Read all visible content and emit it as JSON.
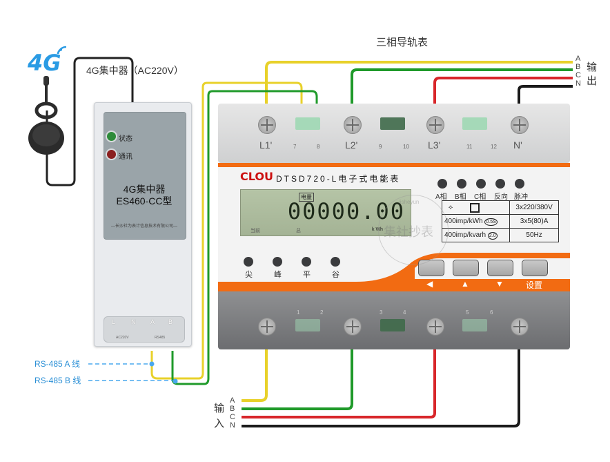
{
  "title": "三相导轨表",
  "antenna": {
    "logo_text": "4G",
    "icon": "antenna-icon"
  },
  "concentrator": {
    "caption": "4G集中器（AC220V）",
    "leds": [
      {
        "label": "状态",
        "color": "#2e8b3a"
      },
      {
        "label": "通讯",
        "color": "#8b2020"
      }
    ],
    "name_line1": "4G集中器",
    "name_line2": "ES460-CC型",
    "company": "—长沙社为表计信息技术有限公司—",
    "terminals": [
      "L",
      "N",
      "A",
      "B"
    ],
    "terminal_sub": [
      "AC220V",
      "RS485"
    ]
  },
  "rs485": {
    "a_label": "RS-485 A 线",
    "b_label": "RS-485 B 线",
    "color": "#2a8fd6"
  },
  "meter": {
    "brand": "CLOU",
    "model": "DTSD720-L电子式电能表",
    "top_terminals": [
      {
        "label": "L1'",
        "num": ""
      },
      {
        "label": "L2'",
        "num": ""
      },
      {
        "label": "L3'",
        "num": ""
      },
      {
        "label": "N'",
        "num": ""
      }
    ],
    "top_numbers": [
      "7",
      "8",
      "9",
      "10",
      "11",
      "12"
    ],
    "bottom_numbers": [
      "1",
      "2",
      "3",
      "4",
      "5",
      "6"
    ],
    "lcd": {
      "tag": "电量",
      "value": "00000.00",
      "left_label": "当前",
      "mid_label": "总",
      "unit": "k  Wh"
    },
    "indicators": [
      "A相",
      "B相",
      "C相",
      "反向",
      "脉冲"
    ],
    "tariff_leds": [
      "尖",
      "峰",
      "平",
      "谷"
    ],
    "spec": {
      "voltage": "3x220/380V",
      "active_const": "400imp/kWh",
      "active_class": "0.5S",
      "current": "3x5(80)A",
      "reactive_const": "400imp/kvarh",
      "reactive_class": "2.0",
      "frequency": "50Hz"
    },
    "buttons": [
      {
        "label": "◀",
        "name": "left"
      },
      {
        "label": "▲",
        "name": "up"
      },
      {
        "label": "▼",
        "name": "down"
      },
      {
        "label": "设置",
        "name": "settings"
      }
    ],
    "accent": "#f26b12"
  },
  "watermark": {
    "text": "集社抄表",
    "url": "jisheyun"
  },
  "output": {
    "phases": [
      "A",
      "B",
      "C",
      "N"
    ],
    "label_line1": "输",
    "label_line2": "出"
  },
  "input": {
    "phases": [
      "A",
      "B",
      "C",
      "N"
    ],
    "label_line1": "输",
    "label_line2": "入"
  },
  "wire_colors": {
    "A": "#e8d12a",
    "B": "#1f9a2a",
    "C": "#d8262a",
    "N": "#1a1a1a"
  }
}
